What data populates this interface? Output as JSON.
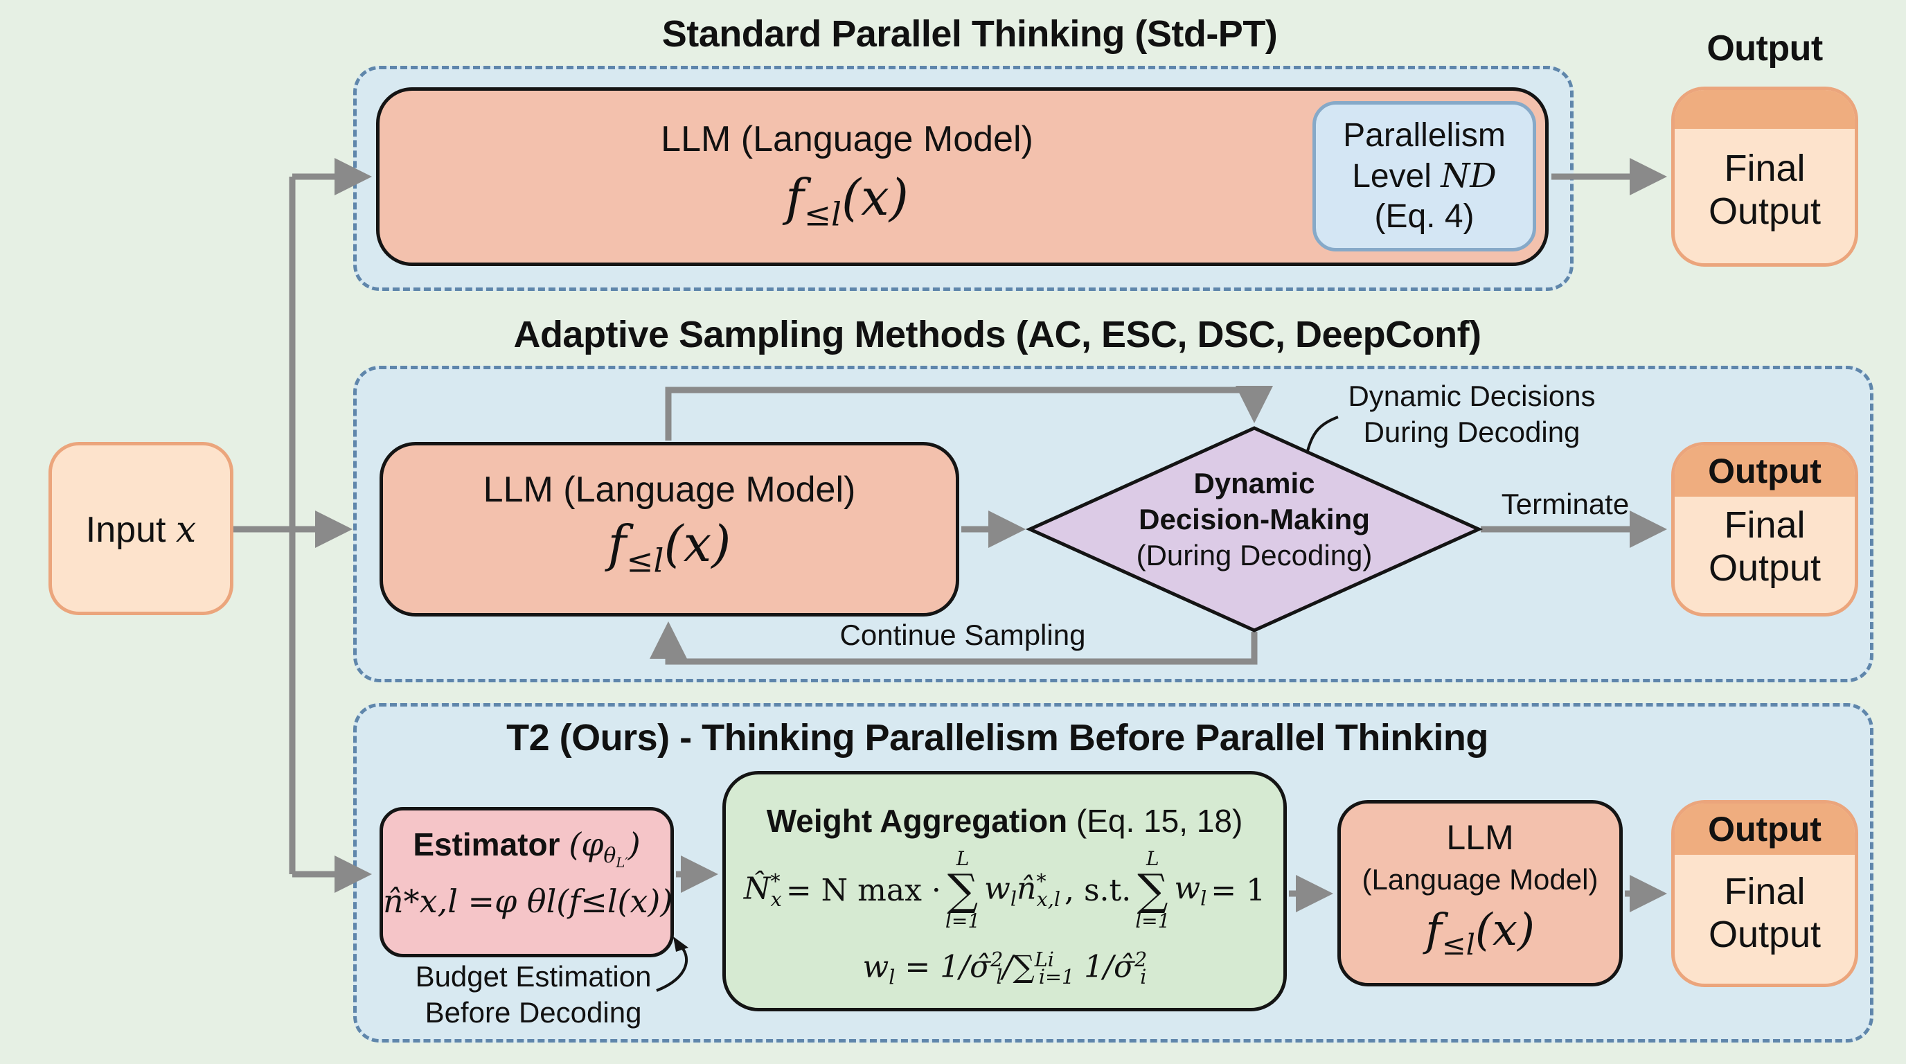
{
  "input": {
    "label": "Input",
    "var": "x"
  },
  "std_pt": {
    "title": "Standard Parallel Thinking (Std-PT)",
    "llm_label": "LLM (Language Model)",
    "llm_formula": {
      "f": "f",
      "sub": "≤l",
      "arg": "(x)"
    },
    "parallelism": {
      "line1": "Parallelism",
      "line2": "Level",
      "var": "ND",
      "line3": "(Eq. 4)"
    }
  },
  "output_column": {
    "title": "Output",
    "top_box": {
      "line1": "Final",
      "line2": "Output"
    }
  },
  "adaptive": {
    "title": "Adaptive Sampling Methods (AC, ESC, DSC, DeepConf)",
    "llm_label": "LLM (Language Model)",
    "llm_formula": {
      "f": "f",
      "sub": "≤l",
      "arg": "(x)"
    },
    "decision": {
      "line1": "Dynamic",
      "line2": "Decision-Making",
      "line3": "(During Decoding)"
    },
    "annotation": {
      "line1": "Dynamic Decisions",
      "line2": "During Decoding"
    },
    "terminate_label": "Terminate",
    "continue_label": "Continue Sampling",
    "output": {
      "header": "Output",
      "line1": "Final",
      "line2": "Output"
    }
  },
  "t2": {
    "title": "T2 (Ours) - Thinking Parallelism Before Parallel Thinking",
    "estimator": {
      "title": "Estimator",
      "param": "(φ",
      "param_sub": "θ",
      "param_subsub": "L′",
      "param_close": ")",
      "formula": "n̂*x,l =φ θl(f≤l(x))"
    },
    "budget_note": {
      "line1": "Budget Estimation",
      "line2": "Before Decoding"
    },
    "aggregation": {
      "title": "Weight Aggregation",
      "eq_ref": "(Eq. 15, 18)",
      "eq1_lhs": "N̂",
      "eq1_lhs_sup": "*",
      "eq1_lhs_sub": "x",
      "eq1_mid": "= N max ·",
      "sum_top": "L",
      "sum_bottom": "l=1",
      "eq1_term": "w",
      "eq1_term_sub": "l",
      "eq1_term2": "n̂",
      "eq1_term2_sup": "*",
      "eq1_term2_sub": "x,l",
      "st": ", s.t.",
      "eq1_rhs": "= 1",
      "eq2": {
        "w": "w",
        "w_sub": "l",
        "eq": "= 1/σ̂",
        "sq": "2",
        "sub_l": "l",
        "slash": "/∑",
        "sum_sup": "Li",
        "sum_sub": "i=1",
        "rest": "1/σ̂",
        "rest_sup": "2",
        "rest_sub": "i"
      }
    },
    "llm": {
      "line1": "LLM",
      "line2": "(Language Model)",
      "formula": {
        "f": "f",
        "sub": "≤l",
        "arg": "(x)"
      }
    },
    "output": {
      "header": "Output",
      "line1": "Final",
      "line2": "Output"
    }
  },
  "colors": {
    "background": "#e6f0e4",
    "section_fill": "#d8e9f1",
    "section_dash": "#5f86ab",
    "llm_fill": "#f3c1ad",
    "output_fill": "#fde3cc",
    "output_header": "#efad7f",
    "input_fill": "#fde3cc",
    "parallelism_fill": "#d4e6f4",
    "decision_fill": "#dccbe6",
    "estimator_fill": "#f5c5c8",
    "aggregation_fill": "#d6ead2",
    "arrow": "#8a8a8a"
  }
}
